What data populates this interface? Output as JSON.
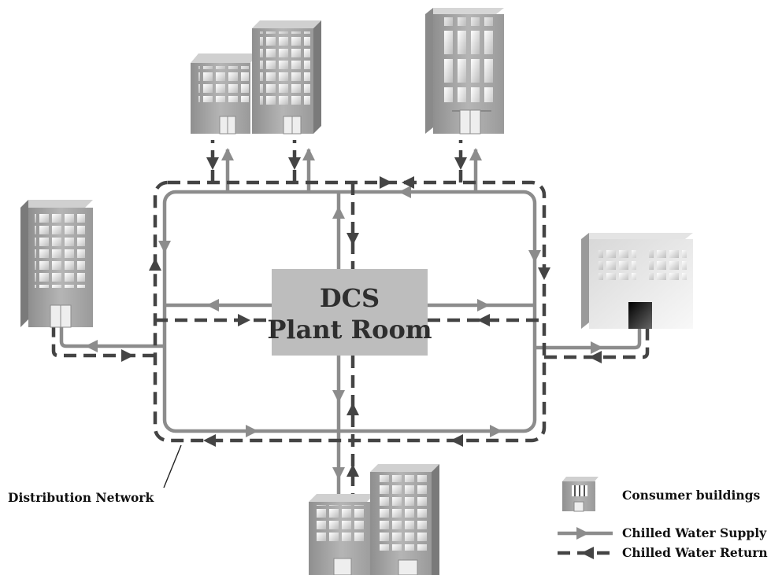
{
  "plant_room": {
    "line1": "DCS",
    "line2": "Plant Room"
  },
  "network_label": "Distribution Network",
  "legend": {
    "buildings": "Consumer buildings",
    "supply": "Chilled Water Supply",
    "return": "Chilled Water Return"
  },
  "colors": {
    "supply": "#8c8c8c",
    "return": "#444444",
    "plant_fill": "#bdbdbd",
    "building_face": "#a6a6a6",
    "building_side": "#7a7a7a",
    "window": "#e6e6e6"
  }
}
